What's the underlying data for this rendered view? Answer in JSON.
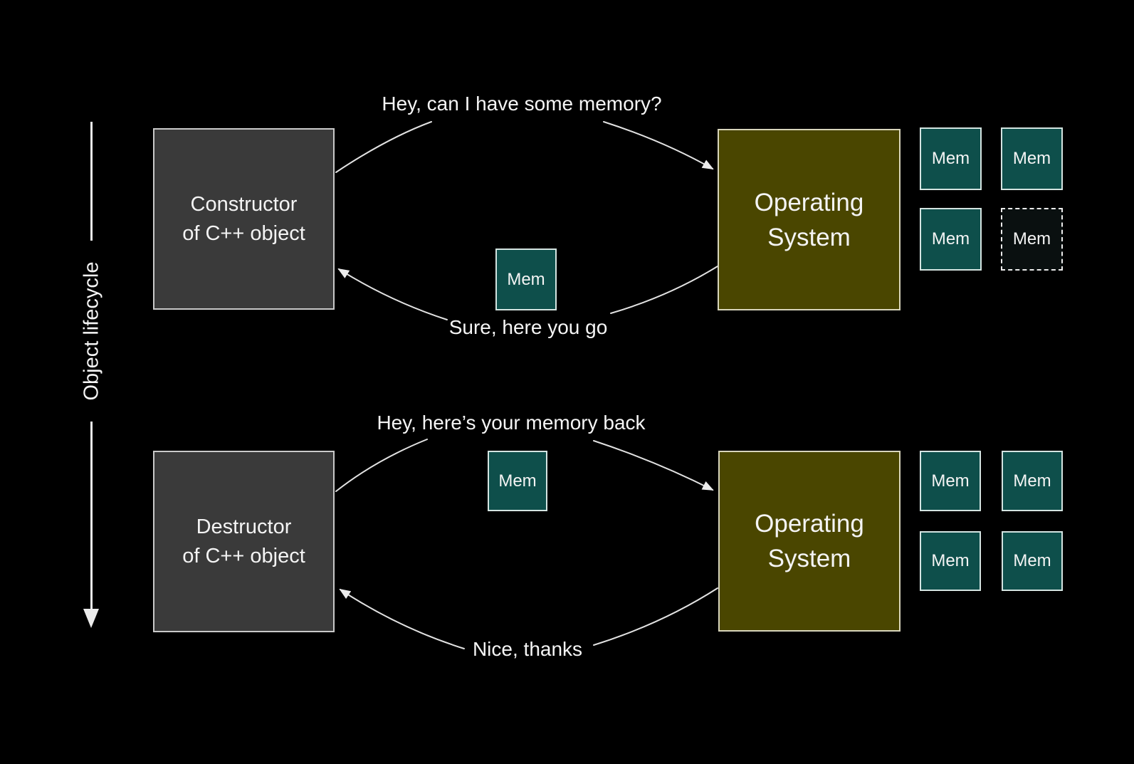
{
  "axis": {
    "label": "Object lifecycle"
  },
  "allocation": {
    "actor": {
      "line1": "Constructor",
      "line2": "of C++ object"
    },
    "os": {
      "line1": "Operating",
      "line2": "System"
    },
    "request_label": "Hey, can I have some memory?",
    "response_label": "Sure, here you go",
    "transfer_chip": "Mem",
    "pool": [
      {
        "label": "Mem",
        "style": "solid"
      },
      {
        "label": "Mem",
        "style": "solid"
      },
      {
        "label": "Mem",
        "style": "solid"
      },
      {
        "label": "Mem",
        "style": "dashed"
      }
    ]
  },
  "deallocation": {
    "actor": {
      "line1": "Destructor",
      "line2": "of C++ object"
    },
    "os": {
      "line1": "Operating",
      "line2": "System"
    },
    "request_label": "Hey, here’s your memory back",
    "response_label": "Nice, thanks",
    "transfer_chip": "Mem",
    "pool": [
      {
        "label": "Mem",
        "style": "solid"
      },
      {
        "label": "Mem",
        "style": "solid"
      },
      {
        "label": "Mem",
        "style": "solid"
      },
      {
        "label": "Mem",
        "style": "solid"
      }
    ]
  },
  "colors": {
    "background": "#000000",
    "actor_box": "#3a3a3a",
    "os_box": "#4a4600",
    "memory_chip": "#0e4f4b",
    "freed_chip": "#0a1010",
    "arrow": "#e2e2e2",
    "text": "#f4f4f4"
  }
}
